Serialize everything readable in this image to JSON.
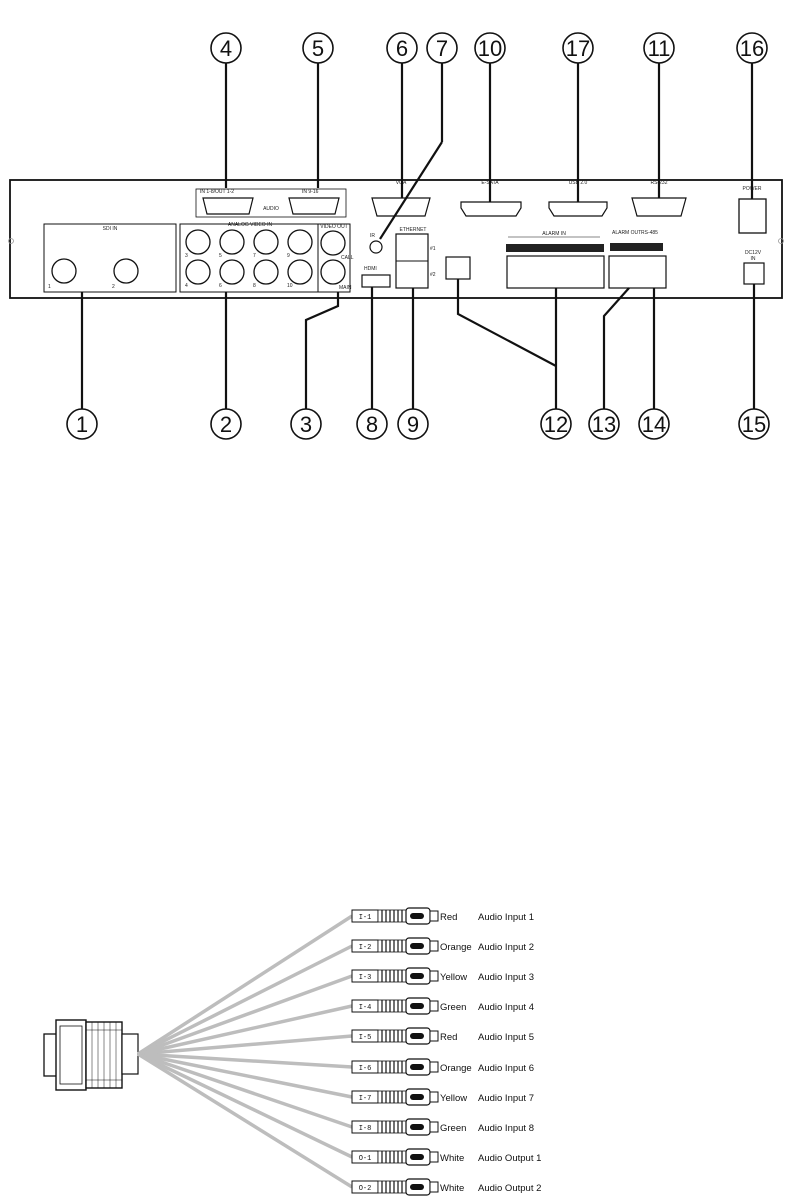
{
  "callouts_top": [
    "4",
    "5",
    "6",
    "7",
    "10",
    "17",
    "11",
    "16"
  ],
  "callouts_bottom": [
    "1",
    "2",
    "3",
    "8",
    "9",
    "12",
    "13",
    "14",
    "15"
  ],
  "panel_labels": {
    "sdi_in": "SDI IN",
    "sdi_1": "1",
    "sdi_2": "2",
    "audio_in_out": "IN 1-8/OUT 1-2",
    "audio_in_9_16": "IN 9-16",
    "audio": "AUDIO",
    "analog_video_in": "ANALOG VIDEO IN",
    "bnc_numbers": [
      "3",
      "5",
      "7",
      "9",
      "4",
      "6",
      "8",
      "10"
    ],
    "video_out": "VIDEO OUT",
    "call": "CALL",
    "main": "MAIN",
    "vga": "VGA",
    "ir": "IR",
    "hdmi": "HDMI",
    "ethernet": "ETHERNET",
    "eth_1": "#1",
    "eth_2": "#2",
    "esata": "E-SATA",
    "usb": "USB 2.0",
    "rs232": "RS-232",
    "power": "POWER",
    "alarm_in": "ALARM IN",
    "alarm_out": "ALARM OUT",
    "rs485": "RS-485",
    "dc12v": "DC12V",
    "dc_in": "IN"
  },
  "audio_cable": [
    {
      "tag": "I-1",
      "color": "Red",
      "label": "Audio Input 1"
    },
    {
      "tag": "I-2",
      "color": "Orange",
      "label": "Audio Input 2"
    },
    {
      "tag": "I-3",
      "color": "Yellow",
      "label": "Audio Input 3"
    },
    {
      "tag": "I-4",
      "color": "Green",
      "label": "Audio Input 4"
    },
    {
      "tag": "I-5",
      "color": "Red",
      "label": "Audio Input 5"
    },
    {
      "tag": "I-6",
      "color": "Orange",
      "label": "Audio Input 6"
    },
    {
      "tag": "I-7",
      "color": "Yellow",
      "label": "Audio Input 7"
    },
    {
      "tag": "I-8",
      "color": "Green",
      "label": "Audio Input 8"
    },
    {
      "tag": "O-1",
      "color": "White",
      "label": "Audio Output 1"
    },
    {
      "tag": "O-2",
      "color": "White",
      "label": "Audio Output 2"
    }
  ],
  "colors": {
    "line": "#111111",
    "cable": "#bdbdbd"
  }
}
